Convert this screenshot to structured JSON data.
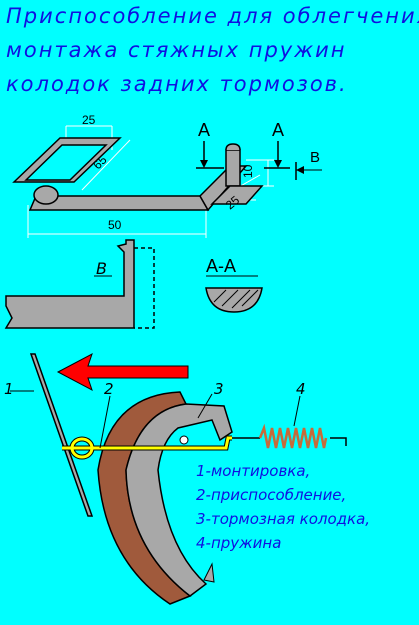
{
  "title": [
    "Приспособление для облегчения",
    "монтажа стяжных пружин",
    "колодок задних тормозов."
  ],
  "dimensions": {
    "width": "25",
    "diag": "65",
    "height": "10",
    "diag2": "25",
    "length": "50"
  },
  "section_labels": {
    "a_left": "A",
    "a_right": "A",
    "b_top": "B",
    "b_view": "B",
    "a_section": "A-A"
  },
  "part_numbers": {
    "p1": "1",
    "p2": "2",
    "p3": "3",
    "p4": "4"
  },
  "legend": [
    "1-монтировка,",
    "2-приспособление,",
    "3-тормозная колодка,",
    "4-пружина"
  ],
  "colors": {
    "title_text": "#1010e0",
    "background": "#00ffff",
    "arrow": "#ff0000",
    "tool": "#ffff00",
    "shoe_lining": "#a05a3c",
    "shoe_body": "#a8a8a8"
  }
}
